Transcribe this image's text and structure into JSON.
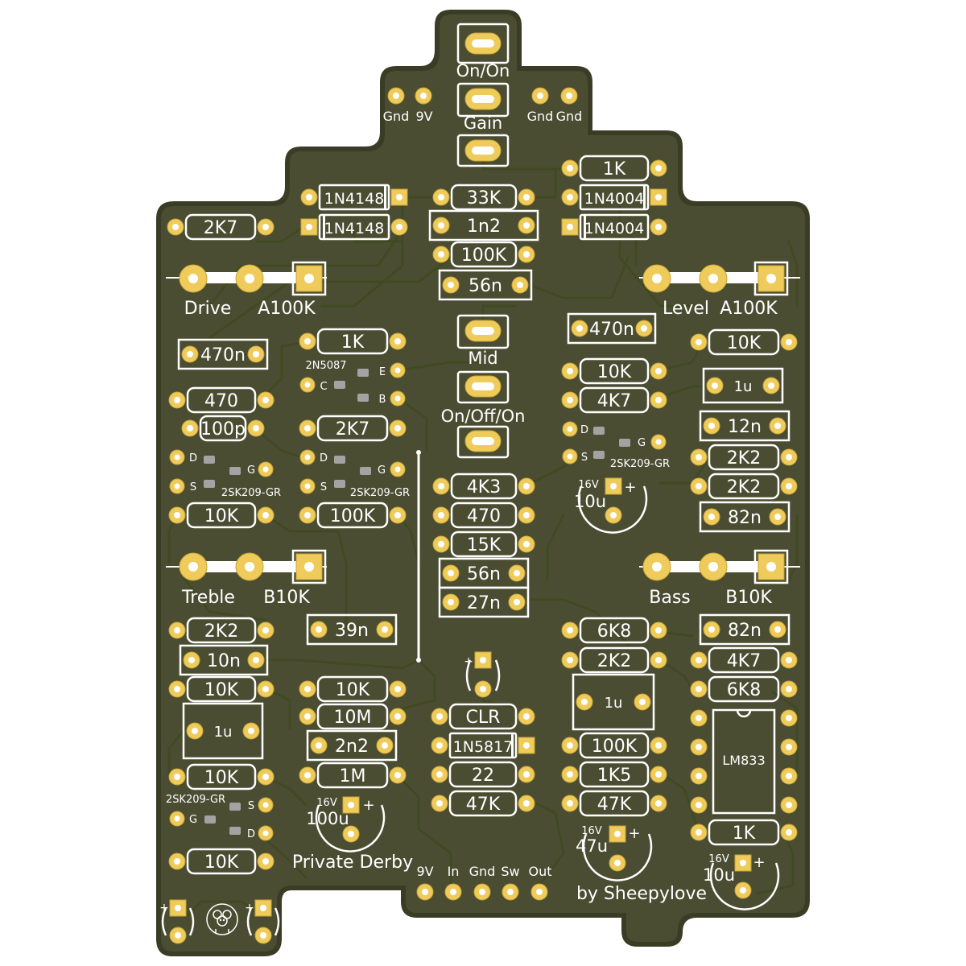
{
  "colors": {
    "board": "#4b4d33",
    "edge": "#3b3c25",
    "copper": "#efcb5c",
    "silk": "#ffffff",
    "smd": "#a3a3a3"
  },
  "switches": [
    {
      "id": "onon",
      "label": "On/On"
    },
    {
      "id": "gain",
      "label": "Gain"
    },
    {
      "id": "mid",
      "label": "Mid"
    },
    {
      "id": "onoffon",
      "label": "On/Off/On"
    }
  ],
  "power_labels": [
    "Gnd",
    "9V",
    "Gnd",
    "Gnd"
  ],
  "pots": [
    {
      "id": "drive",
      "name": "Drive",
      "value": "A100K"
    },
    {
      "id": "level",
      "name": "Level",
      "value": "A100K"
    },
    {
      "id": "treble",
      "name": "Treble",
      "value": "B10K"
    },
    {
      "id": "bass",
      "name": "Bass",
      "value": "B10K"
    }
  ],
  "components": [
    "2K7",
    "1N4148",
    "1N4148",
    "33K",
    "1n2",
    "100K",
    "56n",
    "1K",
    "1N4004",
    "1N4004",
    "470n",
    "470",
    "100p",
    "1K",
    "2K7",
    "10K",
    "100K",
    "4K3",
    "470",
    "15K",
    "56n",
    "27n",
    "470n",
    "10K",
    "4K7",
    "10K",
    "1u",
    "12n",
    "2K2",
    "2K2",
    "82n",
    "2K2",
    "10n",
    "10K",
    "1u",
    "10K",
    "10K",
    "39n",
    "10K",
    "10M",
    "2n2",
    "1M",
    "CLR",
    "1N5817",
    "22",
    "47K",
    "6K8",
    "2K2",
    "1u",
    "100K",
    "1K5",
    "47K",
    "82n",
    "4K7",
    "6K8",
    "LM833",
    "1K"
  ],
  "transistors": [
    "2N5087",
    "2SK209-GR",
    "2SK209-GR",
    "2SK209-GR",
    "2SK209-GR"
  ],
  "pin_labels": [
    "C",
    "E",
    "B",
    "D",
    "S",
    "G"
  ],
  "caps": [
    {
      "voltage": "16V",
      "value": "10u"
    },
    {
      "voltage": "16V",
      "value": "100u"
    },
    {
      "voltage": "16V",
      "value": "47u"
    },
    {
      "voltage": "16V",
      "value": "10u"
    }
  ],
  "io_labels": [
    "9V",
    "In",
    "Gnd",
    "Sw",
    "Out"
  ],
  "footer": {
    "title": "Private Derby",
    "credit": "by Sheepylove"
  },
  "plus": "+"
}
